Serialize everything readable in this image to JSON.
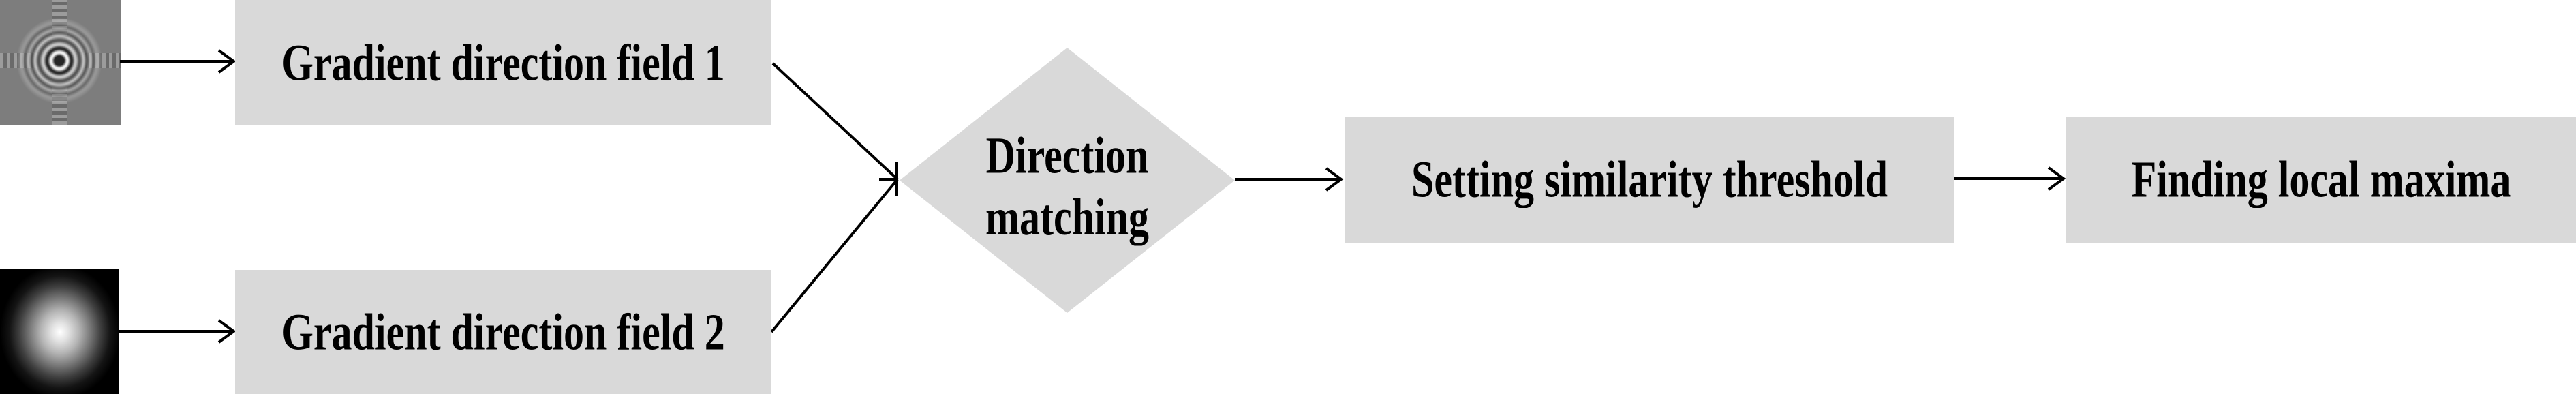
{
  "figure": {
    "type": "flowchart",
    "background": "#ffffff",
    "palette": {
      "node_fill": "#d9d9d9",
      "line_color": "#000000",
      "text_color": "#000000",
      "thumb1_background": "#7d7d7d",
      "thumb2_background": "#000000"
    },
    "nodes": [
      {
        "id": "field1",
        "shape": "rectangle",
        "label": "Gradient direction field 1"
      },
      {
        "id": "field2",
        "shape": "rectangle",
        "label": "Gradient direction field 2"
      },
      {
        "id": "matching",
        "shape": "diamond",
        "label": "Direction matching",
        "lines": [
          "Direction",
          "matching"
        ]
      },
      {
        "id": "threshold",
        "shape": "rectangle",
        "label": "Setting similarity threshold"
      },
      {
        "id": "maxima",
        "shape": "rectangle",
        "label": "Finding local maxima"
      }
    ],
    "thumbnails": [
      {
        "id": "input1",
        "desc": "grayscale ripple kernel thumbnail: concentric dark/light rings on mid-gray"
      },
      {
        "id": "input2",
        "desc": "grayscale gaussian blob thumbnail: soft white glow centered on black"
      }
    ],
    "edges": [
      {
        "from": "input1",
        "to": "field1"
      },
      {
        "from": "input2",
        "to": "field2"
      },
      {
        "from": "field1",
        "to": "matching"
      },
      {
        "from": "field2",
        "to": "matching"
      },
      {
        "from": "matching",
        "to": "threshold"
      },
      {
        "from": "threshold",
        "to": "maxima"
      }
    ]
  }
}
